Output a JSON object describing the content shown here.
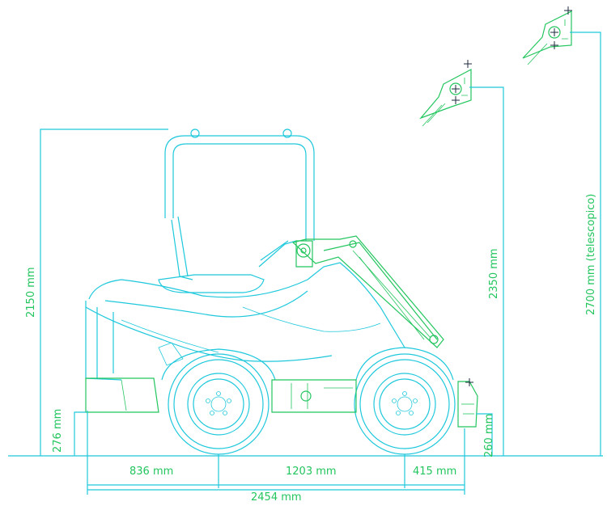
{
  "colors": {
    "machine_outline": "#1ec8dc",
    "dimension_and_attachment": "#22c55e",
    "crosshair": "#1e293b",
    "background": "#ffffff"
  },
  "dimensions": {
    "overall_height": "2150 mm",
    "lift_height": "2350 mm",
    "telescopic_height": "2700 mm (telescopico)",
    "rear_overhang_height": "276 mm",
    "front_pin_height": "260 mm",
    "rear_overhang": "836 mm",
    "wheelbase": "1203 mm",
    "front_overhang": "415 mm",
    "overall_length": "2454 mm"
  }
}
